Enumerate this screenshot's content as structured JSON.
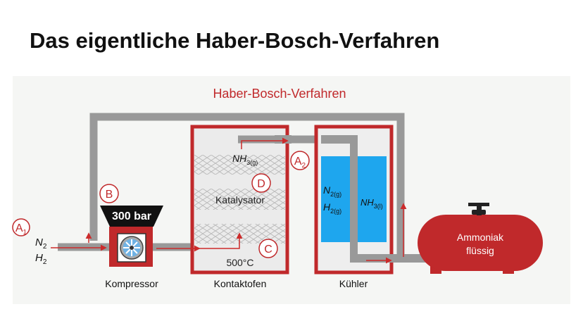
{
  "slide": {
    "title": "Das eigentliche Haber-Bosch-Verfahren"
  },
  "diagram": {
    "title": "Haber-Bosch-Verfahren",
    "compressor": {
      "label": "Kompressor",
      "pressure": "300 bar",
      "marker": "B"
    },
    "furnace": {
      "label": "Kontaktofen",
      "catalyst": "Katalysator",
      "temperature": "500°C",
      "marker_top": "D",
      "marker_bottom": "C"
    },
    "cooler": {
      "label": "Kühler",
      "marker_letter": "A",
      "marker_sub": "2"
    },
    "inlet": {
      "marker_letter": "A",
      "marker_sub": "1"
    },
    "tank": {
      "line1": "Ammoniak",
      "line2": "flüssig"
    }
  },
  "colors": {
    "frame": "#c0292b",
    "pipe": "#999999",
    "water": "#1ea6ee",
    "panel": "#f5f6f4",
    "arrow": "#cc2b2b"
  },
  "icons": [
    "fan-icon",
    "valve-icon"
  ]
}
